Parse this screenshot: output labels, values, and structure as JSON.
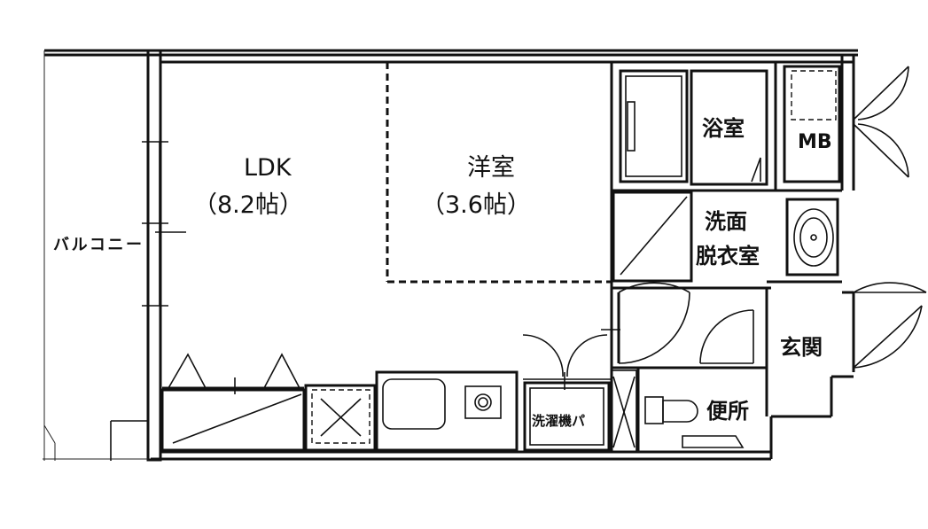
{
  "rooms": {
    "ldk": {
      "name": "LDK",
      "size": "（8.2帖）"
    },
    "western": {
      "name": "洋室",
      "size": "（3.6帖）"
    },
    "bath": {
      "name": "浴室"
    },
    "mb": {
      "name": "MB"
    },
    "washroom": {
      "line1": "洗面",
      "line2": "脱衣室"
    },
    "entrance": {
      "name": "玄関"
    },
    "toilet": {
      "name": "便所"
    },
    "washer": {
      "name": "洗濯機パ"
    },
    "balcony": {
      "name": "バルコニー"
    }
  }
}
